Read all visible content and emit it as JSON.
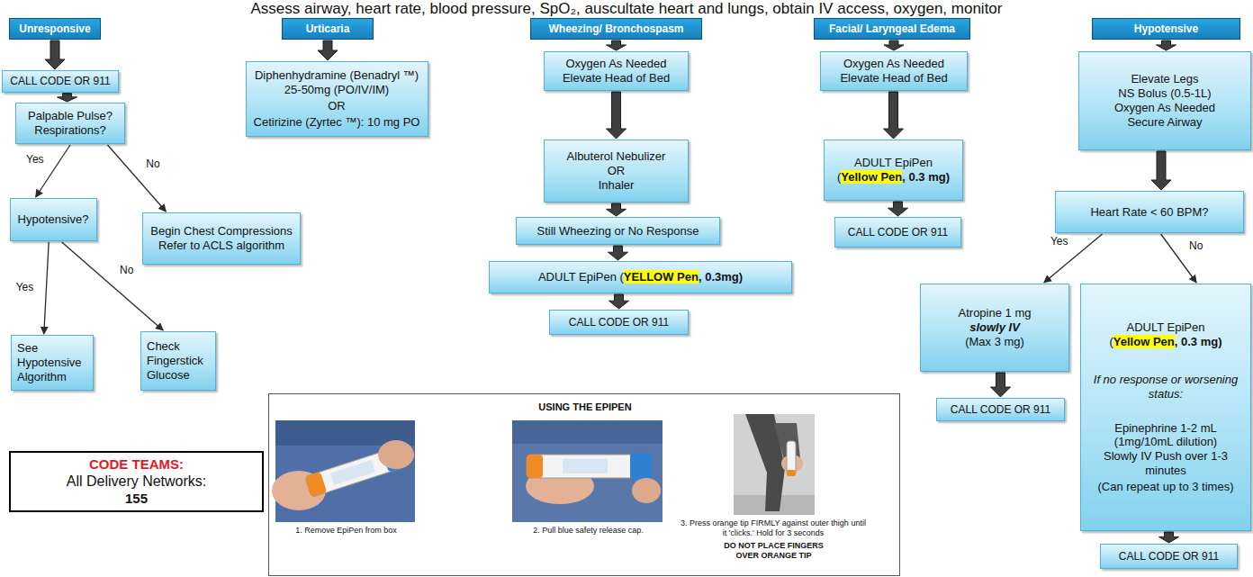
{
  "diagram": {
    "title": "Assess airway, heart rate, blood pressure, SpO₂, auscultate heart and lungs, obtain IV access, oxygen, monitor",
    "nodes": [
      {
        "text": [
          "Unresponsive"
        ]
      },
      {
        "text": [
          "CALL CODE OR 911"
        ]
      },
      {
        "text": [
          "Palpable Pulse?",
          "Respirations?"
        ]
      },
      {
        "text": [
          "Hypotensive?"
        ]
      },
      {
        "text": [
          "Begin Chest Compressions",
          "Refer to ACLS algorithm"
        ]
      },
      {
        "text": [
          "See Hypotensive Algorithm"
        ]
      },
      {
        "text": [
          "Check Fingerstick Glucose"
        ]
      },
      {
        "text": [
          "Urticaria"
        ]
      },
      {
        "text": [
          "Diphenhydramine (Benadryl ™)",
          "25-50mg (PO/IV/IM)",
          "OR",
          "Cetirizine (Zyrtec ™): 10 mg PO"
        ]
      },
      {
        "text": [
          "Wheezing/ Bronchospasm"
        ]
      },
      {
        "text": [
          "Oxygen As Needed",
          "Elevate Head of Bed"
        ]
      },
      {
        "text": [
          "Albuterol Nebulizer",
          "OR",
          "Inhaler"
        ]
      },
      {
        "text": [
          "Still Wheezing or No Response"
        ]
      },
      {
        "text": [
          "ADULT EpiPen (YELLOW Pen, 0.3mg)"
        ]
      },
      {
        "text": [
          "CALL CODE OR 911"
        ]
      },
      {
        "text": [
          "Facial/ Laryngeal Edema"
        ]
      },
      {
        "text": [
          "Oxygen As Needed",
          "Elevate Head of Bed"
        ]
      },
      {
        "text": [
          "ADULT EpiPen",
          "(Yellow Pen, 0.3 mg)"
        ]
      },
      {
        "text": [
          "CALL CODE OR 911"
        ]
      },
      {
        "text": [
          "Hypotensive"
        ]
      },
      {
        "text": [
          "Elevate Legs",
          "NS Bolus (0.5-1L)",
          "Oxygen As Needed",
          "Secure Airway"
        ]
      },
      {
        "text": [
          "Heart Rate < 60 BPM?"
        ]
      },
      {
        "text": [
          "Atropine 1 mg",
          "slowly IV",
          "(Max 3 mg)"
        ]
      },
      {
        "text": [
          "ADULT EpiPen",
          "(Yellow Pen, 0.3 mg)",
          "If no response or worsening status:",
          "Epinephrine 1-2 mL",
          "(1mg/10mL dilution)",
          "Slowly IV Push over 1-3 minutes",
          "(Can repeat up to 3 times)"
        ]
      },
      {
        "text": [
          "CALL CODE OR 911"
        ]
      },
      {
        "text": [
          "CALL CODE OR 911"
        ]
      },
      {
        "text": [
          "CODE TEAMS:",
          "All Delivery Networks:",
          "155"
        ]
      },
      {
        "text": [
          "USING THE EPIPEN",
          "1. Remove EpiPen from box",
          "2. Pull blue safety release cap.",
          "3. Press orange tip FIRMLY against outer thigh until it 'clicks.' Hold for 3 seconds",
          "DO NOT PLACE FINGERS OVER ORANGE TIP"
        ]
      }
    ],
    "edges": [
      {
        "from": 0,
        "to": 1,
        "arrow": "to"
      },
      {
        "from": 1,
        "to": 2,
        "arrow": "to"
      },
      {
        "from": 2,
        "to": 3,
        "label": "Yes",
        "arrow": "to"
      },
      {
        "from": 2,
        "to": 4,
        "label": "No",
        "arrow": "to"
      },
      {
        "from": 3,
        "to": 5,
        "label": "Yes",
        "arrow": "to"
      },
      {
        "from": 3,
        "to": 6,
        "label": "No",
        "arrow": "to"
      },
      {
        "from": 7,
        "to": 8,
        "arrow": "to"
      },
      {
        "from": 9,
        "to": 10,
        "arrow": "to"
      },
      {
        "from": 10,
        "to": 11,
        "arrow": "to"
      },
      {
        "from": 11,
        "to": 12,
        "arrow": "to"
      },
      {
        "from": 12,
        "to": 13,
        "arrow": "to"
      },
      {
        "from": 13,
        "to": 14,
        "arrow": "to"
      },
      {
        "from": 15,
        "to": 16,
        "arrow": "to"
      },
      {
        "from": 16,
        "to": 17,
        "arrow": "to"
      },
      {
        "from": 17,
        "to": 18,
        "arrow": "to"
      },
      {
        "from": 19,
        "to": 20,
        "arrow": "to"
      },
      {
        "from": 20,
        "to": 21,
        "arrow": "to"
      },
      {
        "from": 21,
        "to": 22,
        "label": "Yes",
        "arrow": "to"
      },
      {
        "from": 21,
        "to": 23,
        "label": "No",
        "arrow": "to"
      },
      {
        "from": 22,
        "to": 24,
        "arrow": "to"
      },
      {
        "from": 23,
        "to": 25,
        "arrow": "to"
      }
    ]
  }
}
